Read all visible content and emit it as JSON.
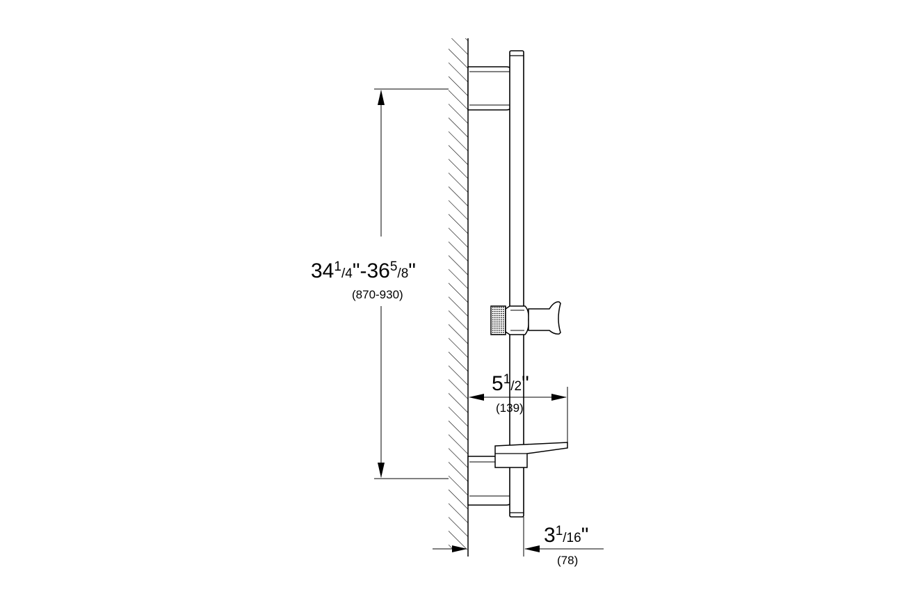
{
  "dimensions": {
    "height": {
      "label_parts": [
        "34",
        "1",
        "/",
        "4",
        "\"-36",
        "5",
        "/",
        "8",
        "\""
      ],
      "metric": "(870-930)"
    },
    "projection": {
      "label_parts": [
        "5",
        "1",
        "/",
        "2",
        "\""
      ],
      "metric": "(139)"
    },
    "wall_offset": {
      "label_parts": [
        "3",
        "1",
        "/",
        "16",
        "\""
      ],
      "metric": "(78)"
    }
  }
}
